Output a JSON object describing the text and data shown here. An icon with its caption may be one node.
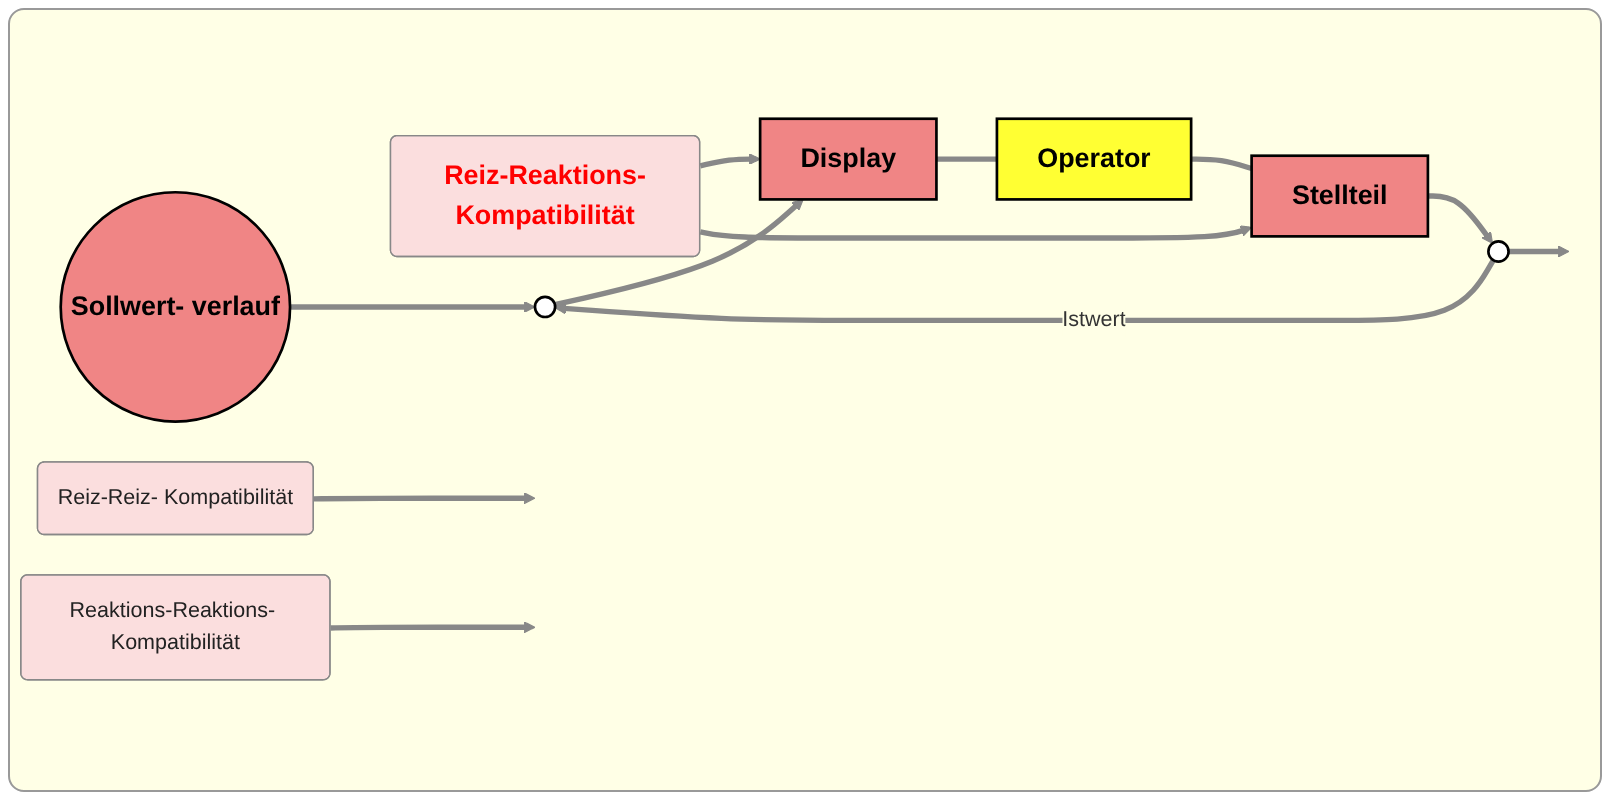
{
  "diagram": {
    "nodes": [
      {
        "text": [
          "Sollwert- verlauf"
        ]
      },
      {
        "text": [
          "Reiz-Reaktions-Kompatibilität"
        ]
      },
      {
        "text": [
          "Reiz-Reiz- Kompatibilität"
        ]
      },
      {
        "text": [
          "Reaktions-Reaktions- Kompatibilität"
        ]
      },
      {
        "text": [],
        "shape": "circle"
      },
      {
        "text": [
          "Display"
        ]
      },
      {
        "text": [
          "Operator"
        ]
      },
      {
        "text": [
          "Stellteil"
        ]
      },
      {
        "text": [],
        "shape": "circle"
      }
    ],
    "edges": [
      {
        "from": 0,
        "to": 4,
        "arrow": "to"
      },
      {
        "from": 4,
        "to": 5,
        "arrow": "to"
      },
      {
        "from": 5,
        "to": 6,
        "arrow": "none"
      },
      {
        "from": 6,
        "to": 7,
        "arrow": "none"
      },
      {
        "from": 7,
        "to": 8,
        "arrow": "to"
      },
      {
        "from": 8,
        "to": null,
        "arrow": "to"
      },
      {
        "from": 8,
        "to": 4,
        "arrow": "to",
        "label": "Istwert"
      },
      {
        "from": 1,
        "to": 5,
        "arrow": "to"
      },
      {
        "from": 1,
        "to": 7,
        "arrow": "to"
      },
      {
        "from": 2,
        "to": null,
        "arrow": "to"
      },
      {
        "from": 3,
        "to": null,
        "arrow": "to"
      }
    ]
  }
}
